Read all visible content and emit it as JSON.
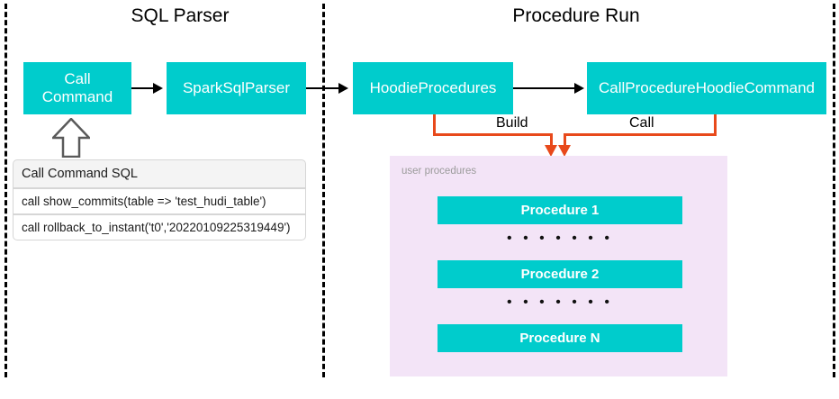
{
  "sections": {
    "left_title": "SQL Parser",
    "right_title": "Procedure Run"
  },
  "nodes": {
    "call_command": "Call\nCommand",
    "call_command_line1": "Call",
    "call_command_line2": "Command",
    "spark_sql_parser": "SparkSqlParser",
    "hoodie_procedures": "HoodieProcedures",
    "call_procedure_hoodie_command": "CallProcedureHoodieCommand"
  },
  "edges": {
    "build_label": "Build",
    "call_label": "Call"
  },
  "sql_table": {
    "header": "Call Command SQL",
    "rows": [
      "call show_commits(table => 'test_hudi_table')",
      "call rollback_to_instant('t0','20220109225319449')"
    ]
  },
  "procedures_panel": {
    "label": "user procedures",
    "items": [
      "Procedure 1",
      "Procedure 2",
      "Procedure N"
    ],
    "ellipsis": "• • • • • • •"
  },
  "colors": {
    "node_fill": "#00CCCC",
    "node_text": "#FFFFFF",
    "panel_fill": "#F3E4F7",
    "connector_orange": "#E8491B",
    "arrow_black": "#000000",
    "divider_black": "#000000",
    "table_header_fill": "#F4F4F4",
    "panel_label_text": "#9B9B9B"
  }
}
